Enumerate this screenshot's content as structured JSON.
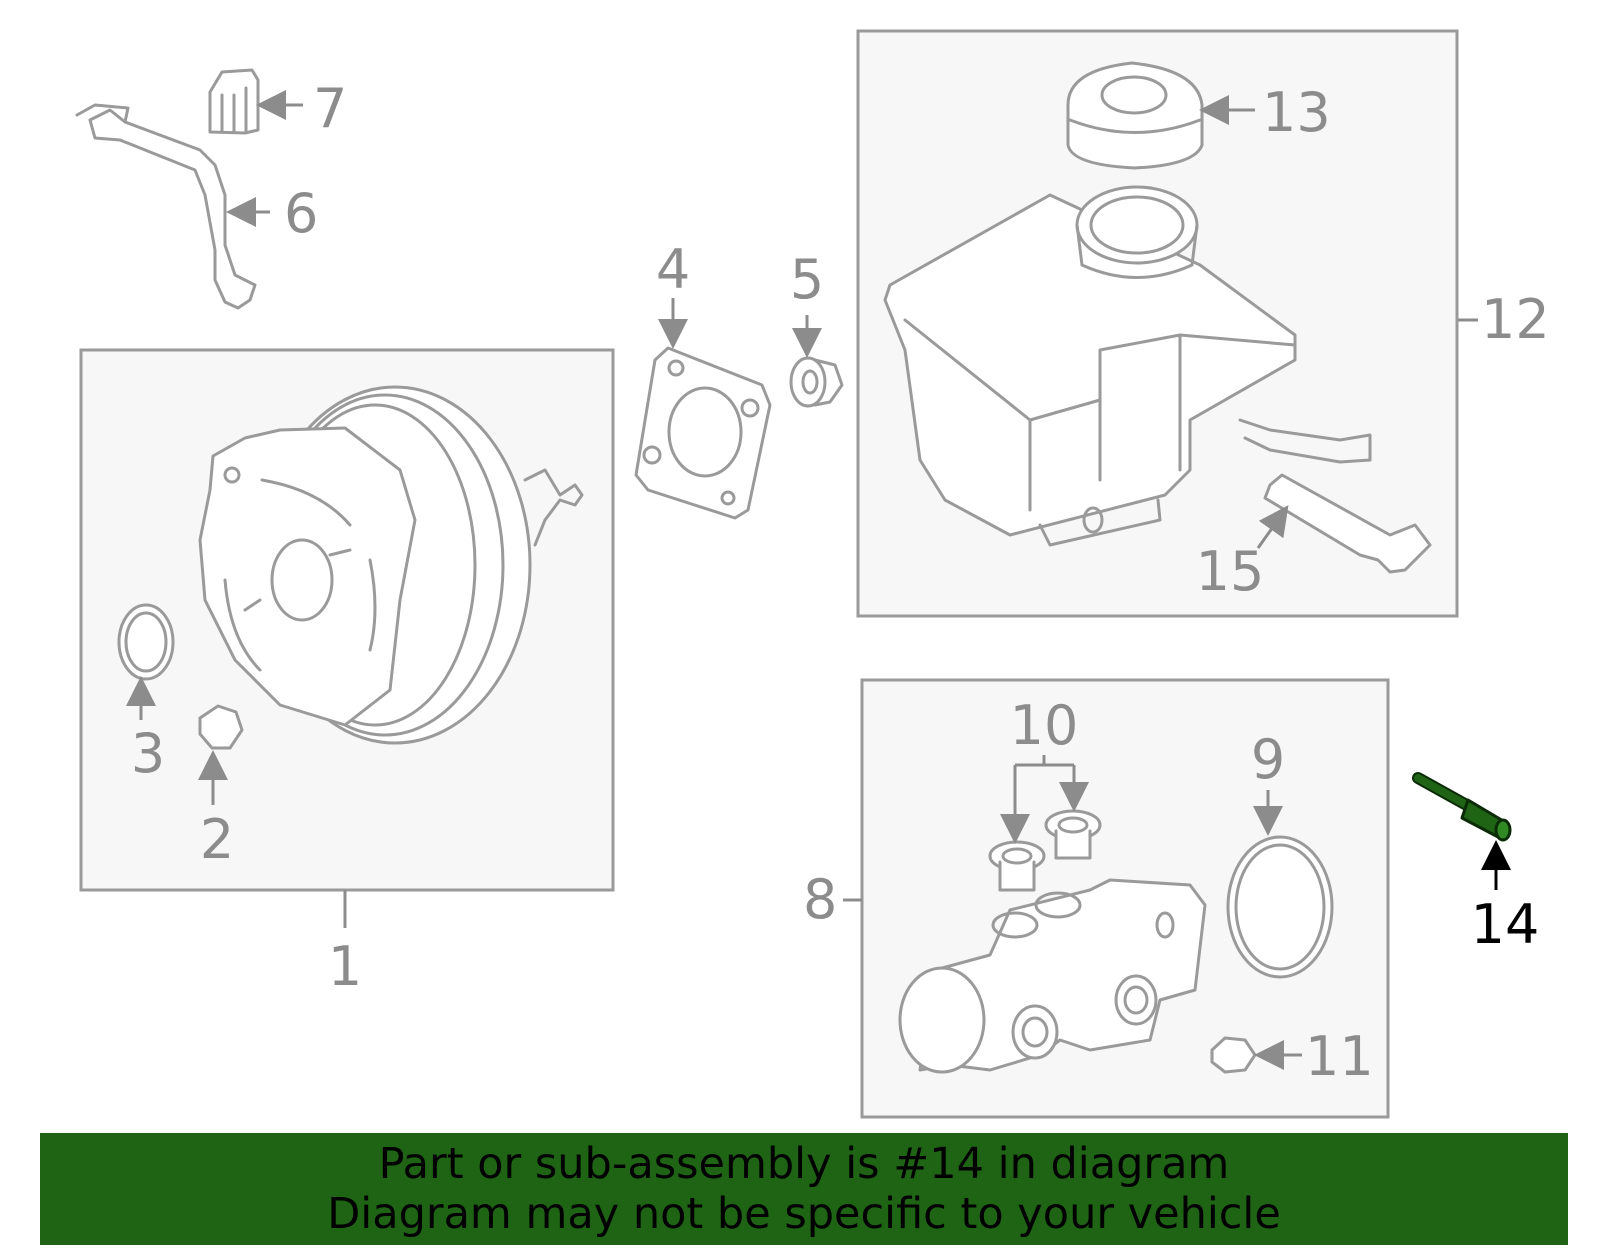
{
  "diagram": {
    "callouts": [
      "1",
      "2",
      "3",
      "4",
      "5",
      "6",
      "7",
      "8",
      "9",
      "10",
      "11",
      "12",
      "13",
      "14",
      "15"
    ],
    "highlighted_part": "14",
    "highlight_color": "#1e6414"
  },
  "banner": {
    "line1": "Part or sub-assembly is #14 in diagram",
    "line2": "Diagram may not be specific to your vehicle",
    "background": "#1e6414"
  }
}
